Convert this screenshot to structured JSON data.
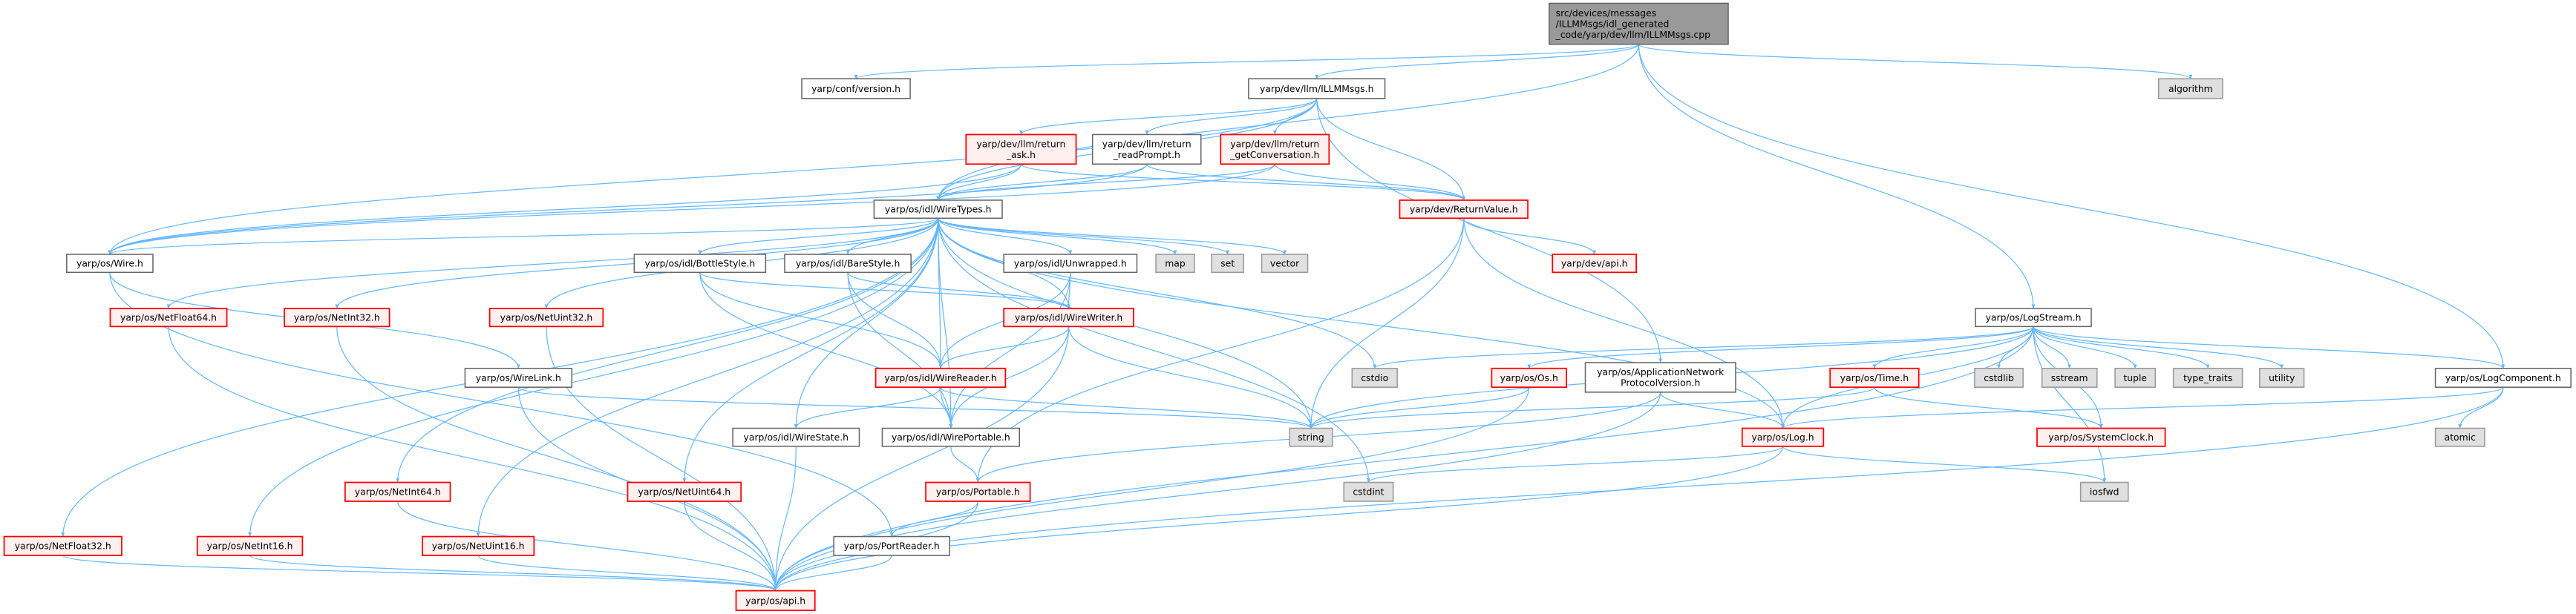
{
  "colors": {
    "edge": "#63b8ff",
    "root_fill": "#999999",
    "root_stroke": "#666666",
    "plain_fill": "#ffffff",
    "plain_stroke": "#666666",
    "red_fill": "#fff0f0",
    "red_stroke": "#ff0000",
    "sys_fill": "#e0e0e0",
    "sys_stroke": "#999999"
  },
  "nodes": [
    {
      "id": "root",
      "kind": "root",
      "lines": [
        "src/devices/messages",
        "/ILLMMsgs/idl_generated",
        "_code/yarp/dev/llm/ILLMMsgs.cpp"
      ]
    },
    {
      "id": "confversion",
      "kind": "plain",
      "lines": [
        "yarp/conf/version.h"
      ]
    },
    {
      "id": "illmmsgs",
      "kind": "plain",
      "lines": [
        "yarp/dev/llm/ILLMMsgs.h"
      ]
    },
    {
      "id": "algorithm",
      "kind": "sys",
      "lines": [
        "algorithm"
      ]
    },
    {
      "id": "ret_ask",
      "kind": "red",
      "lines": [
        "yarp/dev/llm/return",
        "_ask.h"
      ]
    },
    {
      "id": "ret_read",
      "kind": "plain",
      "lines": [
        "yarp/dev/llm/return",
        "_readPrompt.h"
      ]
    },
    {
      "id": "ret_conv",
      "kind": "red",
      "lines": [
        "yarp/dev/llm/return",
        "_getConversation.h"
      ]
    },
    {
      "id": "wiretypes",
      "kind": "plain",
      "lines": [
        "yarp/os/idl/WireTypes.h"
      ]
    },
    {
      "id": "returnvalue",
      "kind": "red",
      "lines": [
        "yarp/dev/ReturnValue.h"
      ]
    },
    {
      "id": "wire",
      "kind": "plain",
      "lines": [
        "yarp/os/Wire.h"
      ]
    },
    {
      "id": "bottlestyle",
      "kind": "plain",
      "lines": [
        "yarp/os/idl/BottleStyle.h"
      ]
    },
    {
      "id": "barestyle",
      "kind": "plain",
      "lines": [
        "yarp/os/idl/BareStyle.h"
      ]
    },
    {
      "id": "unwrapped",
      "kind": "plain",
      "lines": [
        "yarp/os/idl/Unwrapped.h"
      ]
    },
    {
      "id": "map",
      "kind": "sys",
      "lines": [
        "map"
      ]
    },
    {
      "id": "set",
      "kind": "sys",
      "lines": [
        "set"
      ]
    },
    {
      "id": "vector",
      "kind": "sys",
      "lines": [
        "vector"
      ]
    },
    {
      "id": "devapi",
      "kind": "red",
      "lines": [
        "yarp/dev/api.h"
      ]
    },
    {
      "id": "netfloat64",
      "kind": "red",
      "lines": [
        "yarp/os/NetFloat64.h"
      ]
    },
    {
      "id": "netint32",
      "kind": "red",
      "lines": [
        "yarp/os/NetInt32.h"
      ]
    },
    {
      "id": "netuint32",
      "kind": "red",
      "lines": [
        "yarp/os/NetUint32.h"
      ]
    },
    {
      "id": "wirewriter",
      "kind": "red",
      "lines": [
        "yarp/os/idl/WireWriter.h"
      ]
    },
    {
      "id": "logstream",
      "kind": "plain",
      "lines": [
        "yarp/os/LogStream.h"
      ]
    },
    {
      "id": "wirelink",
      "kind": "plain",
      "lines": [
        "yarp/os/WireLink.h"
      ]
    },
    {
      "id": "wirereader",
      "kind": "red",
      "lines": [
        "yarp/os/idl/WireReader.h"
      ]
    },
    {
      "id": "cstdio",
      "kind": "sys",
      "lines": [
        "cstdio"
      ]
    },
    {
      "id": "os",
      "kind": "red",
      "lines": [
        "yarp/os/Os.h"
      ]
    },
    {
      "id": "appnet",
      "kind": "plain",
      "lines": [
        "yarp/os/ApplicationNetwork",
        "ProtocolVersion.h"
      ]
    },
    {
      "id": "time",
      "kind": "red",
      "lines": [
        "yarp/os/Time.h"
      ]
    },
    {
      "id": "cstdlib",
      "kind": "sys",
      "lines": [
        "cstdlib"
      ]
    },
    {
      "id": "sstream",
      "kind": "sys",
      "lines": [
        "sstream"
      ]
    },
    {
      "id": "tuple",
      "kind": "sys",
      "lines": [
        "tuple"
      ]
    },
    {
      "id": "type_traits",
      "kind": "sys",
      "lines": [
        "type_traits"
      ]
    },
    {
      "id": "utility",
      "kind": "sys",
      "lines": [
        "utility"
      ]
    },
    {
      "id": "logcomponent",
      "kind": "plain",
      "lines": [
        "yarp/os/LogComponent.h"
      ]
    },
    {
      "id": "wirestate",
      "kind": "plain",
      "lines": [
        "yarp/os/idl/WireState.h"
      ]
    },
    {
      "id": "wireportable",
      "kind": "plain",
      "lines": [
        "yarp/os/idl/WirePortable.h"
      ]
    },
    {
      "id": "string",
      "kind": "sys",
      "lines": [
        "string"
      ]
    },
    {
      "id": "log",
      "kind": "red",
      "lines": [
        "yarp/os/Log.h"
      ]
    },
    {
      "id": "systemclock",
      "kind": "red",
      "lines": [
        "yarp/os/SystemClock.h"
      ]
    },
    {
      "id": "atomic",
      "kind": "sys",
      "lines": [
        "atomic"
      ]
    },
    {
      "id": "netint64",
      "kind": "red",
      "lines": [
        "yarp/os/NetInt64.h"
      ]
    },
    {
      "id": "netuint64",
      "kind": "red",
      "lines": [
        "yarp/os/NetUint64.h"
      ]
    },
    {
      "id": "portable",
      "kind": "red",
      "lines": [
        "yarp/os/Portable.h"
      ]
    },
    {
      "id": "cstdint",
      "kind": "sys",
      "lines": [
        "cstdint"
      ]
    },
    {
      "id": "iosfwd",
      "kind": "sys",
      "lines": [
        "iosfwd"
      ]
    },
    {
      "id": "netfloat32",
      "kind": "red",
      "lines": [
        "yarp/os/NetFloat32.h"
      ]
    },
    {
      "id": "netint16",
      "kind": "red",
      "lines": [
        "yarp/os/NetInt16.h"
      ]
    },
    {
      "id": "netuint16",
      "kind": "red",
      "lines": [
        "yarp/os/NetUint16.h"
      ]
    },
    {
      "id": "portreader",
      "kind": "plain",
      "lines": [
        "yarp/os/PortReader.h"
      ]
    },
    {
      "id": "osapi",
      "kind": "red",
      "lines": [
        "yarp/os/api.h"
      ]
    }
  ],
  "edges": [
    [
      "root",
      "confversion"
    ],
    [
      "root",
      "illmmsgs"
    ],
    [
      "root",
      "algorithm"
    ],
    [
      "root",
      "wiretypes"
    ],
    [
      "root",
      "logstream"
    ],
    [
      "root",
      "logcomponent"
    ],
    [
      "illmmsgs",
      "ret_ask"
    ],
    [
      "illmmsgs",
      "ret_read"
    ],
    [
      "illmmsgs",
      "ret_conv"
    ],
    [
      "illmmsgs",
      "wiretypes"
    ],
    [
      "illmmsgs",
      "returnvalue"
    ],
    [
      "illmmsgs",
      "wire"
    ],
    [
      "illmmsgs",
      "appnet"
    ],
    [
      "ret_ask",
      "wiretypes"
    ],
    [
      "ret_ask",
      "returnvalue"
    ],
    [
      "ret_ask",
      "wire"
    ],
    [
      "ret_read",
      "wiretypes"
    ],
    [
      "ret_read",
      "returnvalue"
    ],
    [
      "ret_read",
      "wire"
    ],
    [
      "ret_conv",
      "wiretypes"
    ],
    [
      "ret_conv",
      "returnvalue"
    ],
    [
      "ret_conv",
      "wire"
    ],
    [
      "wiretypes",
      "wire"
    ],
    [
      "wiretypes",
      "bottlestyle"
    ],
    [
      "wiretypes",
      "barestyle"
    ],
    [
      "wiretypes",
      "unwrapped"
    ],
    [
      "wiretypes",
      "map"
    ],
    [
      "wiretypes",
      "set"
    ],
    [
      "wiretypes",
      "vector"
    ],
    [
      "wiretypes",
      "netfloat64"
    ],
    [
      "wiretypes",
      "netint32"
    ],
    [
      "wiretypes",
      "netuint32"
    ],
    [
      "wiretypes",
      "netint64"
    ],
    [
      "wiretypes",
      "netuint64"
    ],
    [
      "wiretypes",
      "netfloat32"
    ],
    [
      "wiretypes",
      "netint16"
    ],
    [
      "wiretypes",
      "netuint16"
    ],
    [
      "wiretypes",
      "wirereader"
    ],
    [
      "wiretypes",
      "wirewriter"
    ],
    [
      "wiretypes",
      "wirestate"
    ],
    [
      "wiretypes",
      "wireportable"
    ],
    [
      "wiretypes",
      "string"
    ],
    [
      "wiretypes",
      "cstdio"
    ],
    [
      "wiretypes",
      "cstdint"
    ],
    [
      "wiretypes",
      "log"
    ],
    [
      "returnvalue",
      "devapi"
    ],
    [
      "returnvalue",
      "string"
    ],
    [
      "returnvalue",
      "log"
    ],
    [
      "returnvalue",
      "portable"
    ],
    [
      "wire",
      "wirelink"
    ],
    [
      "wire",
      "portreader"
    ],
    [
      "bottlestyle",
      "wirereader"
    ],
    [
      "bottlestyle",
      "wirewriter"
    ],
    [
      "bottlestyle",
      "wireportable"
    ],
    [
      "barestyle",
      "wirereader"
    ],
    [
      "barestyle",
      "wirewriter"
    ],
    [
      "barestyle",
      "wireportable"
    ],
    [
      "unwrapped",
      "wirereader"
    ],
    [
      "unwrapped",
      "wirewriter"
    ],
    [
      "unwrapped",
      "wireportable"
    ],
    [
      "wirewriter",
      "wirereader"
    ],
    [
      "wirewriter",
      "wireportable"
    ],
    [
      "wirewriter",
      "string"
    ],
    [
      "wirewriter",
      "osapi"
    ],
    [
      "wirereader",
      "wirestate"
    ],
    [
      "wirereader",
      "wireportable"
    ],
    [
      "wirereader",
      "string"
    ],
    [
      "wireportable",
      "portable"
    ],
    [
      "portable",
      "portreader"
    ],
    [
      "portable",
      "osapi"
    ],
    [
      "portreader",
      "osapi"
    ],
    [
      "wirelink",
      "osapi"
    ],
    [
      "wirelink",
      "string"
    ],
    [
      "wirestate",
      "osapi"
    ],
    [
      "netfloat64",
      "osapi"
    ],
    [
      "netint32",
      "osapi"
    ],
    [
      "netuint32",
      "osapi"
    ],
    [
      "netint64",
      "osapi"
    ],
    [
      "netuint64",
      "osapi"
    ],
    [
      "netfloat32",
      "osapi"
    ],
    [
      "netint16",
      "osapi"
    ],
    [
      "netuint16",
      "osapi"
    ],
    [
      "logstream",
      "time"
    ],
    [
      "logstream",
      "cstdlib"
    ],
    [
      "logstream",
      "sstream"
    ],
    [
      "logstream",
      "tuple"
    ],
    [
      "logstream",
      "type_traits"
    ],
    [
      "logstream",
      "utility"
    ],
    [
      "logstream",
      "logcomponent"
    ],
    [
      "logstream",
      "log"
    ],
    [
      "logstream",
      "os"
    ],
    [
      "logstream",
      "string"
    ],
    [
      "logstream",
      "cstdio"
    ],
    [
      "logstream",
      "systemclock"
    ],
    [
      "logstream",
      "iosfwd"
    ],
    [
      "logstream",
      "osapi"
    ],
    [
      "os",
      "string"
    ],
    [
      "os",
      "osapi"
    ],
    [
      "appnet",
      "log"
    ],
    [
      "appnet",
      "portable"
    ],
    [
      "appnet",
      "osapi"
    ],
    [
      "time",
      "systemclock"
    ],
    [
      "time",
      "string"
    ],
    [
      "log",
      "cstdint"
    ],
    [
      "log",
      "iosfwd"
    ],
    [
      "log",
      "osapi"
    ],
    [
      "logcomponent",
      "atomic"
    ],
    [
      "logcomponent",
      "log"
    ],
    [
      "logcomponent",
      "osapi"
    ]
  ]
}
